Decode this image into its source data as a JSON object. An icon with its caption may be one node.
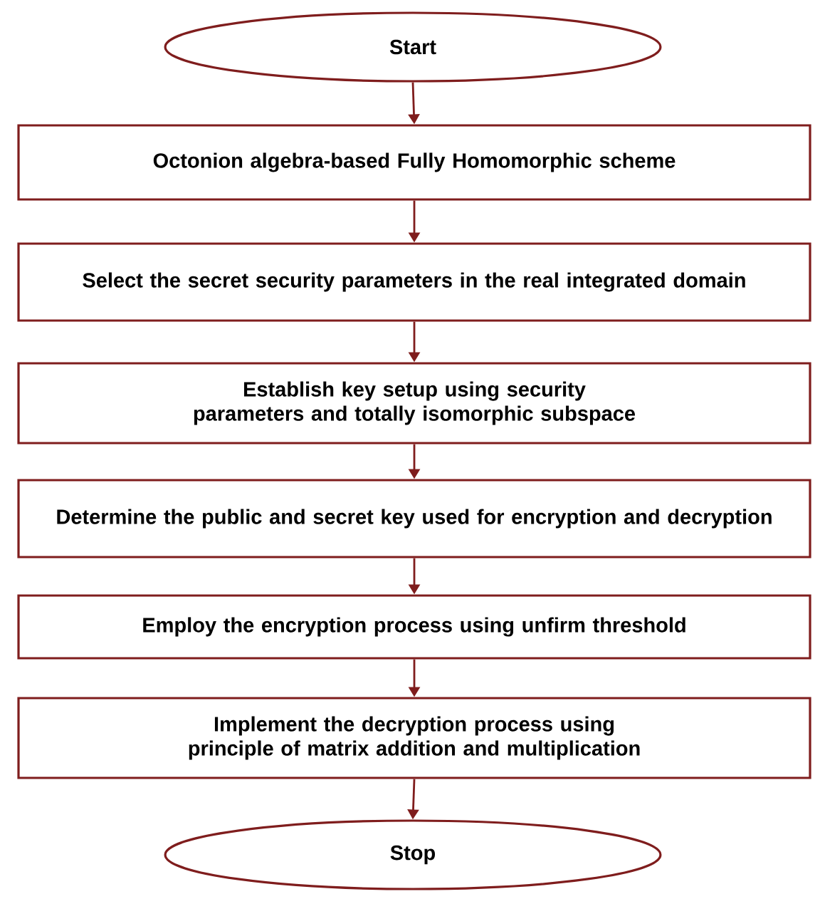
{
  "diagram": {
    "nodes": [
      {
        "text": [
          "Start"
        ]
      },
      {
        "text": [
          "Octonion algebra-based Fully Homomorphic scheme"
        ]
      },
      {
        "text": [
          "Select the secret security parameters in the real integrated domain"
        ]
      },
      {
        "text": [
          "Establish key setup using security parameters and totally isomorphic subspace"
        ]
      },
      {
        "text": [
          "Determine the public and secret key used for encryption and decryption"
        ]
      },
      {
        "text": [
          "Employ the encryption process using unfirm threshold"
        ]
      },
      {
        "text": [
          "Implement the decryption process using principle of matrix addition and multiplication"
        ]
      },
      {
        "text": [
          "Stop"
        ]
      }
    ],
    "edges": [
      {
        "from": 0,
        "to": 1,
        "arrow": "to"
      },
      {
        "from": 1,
        "to": 2,
        "arrow": "to"
      },
      {
        "from": 2,
        "to": 3,
        "arrow": "to"
      },
      {
        "from": 3,
        "to": 4,
        "arrow": "to"
      },
      {
        "from": 4,
        "to": 5,
        "arrow": "to"
      },
      {
        "from": 5,
        "to": 6,
        "arrow": "to"
      },
      {
        "from": 6,
        "to": 7,
        "arrow": "to"
      }
    ]
  }
}
